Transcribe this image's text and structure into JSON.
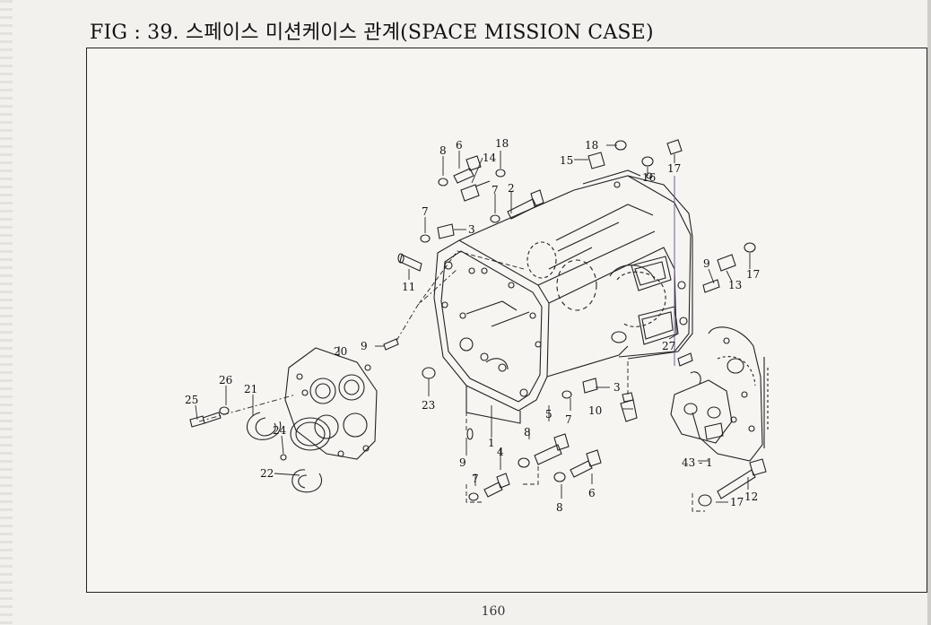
{
  "header": {
    "title": "FIG : 39. 스페이스 미션케이스 관계(SPACE MISSION CASE)"
  },
  "footer": {
    "page_number": "160"
  },
  "parts": [
    {
      "id": "p8a",
      "label": "8"
    },
    {
      "id": "p6a",
      "label": "6"
    },
    {
      "id": "p18a",
      "label": "18"
    },
    {
      "id": "p14",
      "label": "14"
    },
    {
      "id": "p7a",
      "label": "7"
    },
    {
      "id": "p2",
      "label": "2"
    },
    {
      "id": "p7b",
      "label": "7"
    },
    {
      "id": "p3a",
      "label": "3"
    },
    {
      "id": "p18b",
      "label": "18"
    },
    {
      "id": "p15",
      "label": "15"
    },
    {
      "id": "p16",
      "label": "16"
    },
    {
      "id": "p17a",
      "label": "17"
    },
    {
      "id": "p11",
      "label": "11"
    },
    {
      "id": "p9a",
      "label": "9"
    },
    {
      "id": "p13",
      "label": "13"
    },
    {
      "id": "p17b",
      "label": "17"
    },
    {
      "id": "p9b",
      "label": "9"
    },
    {
      "id": "p20",
      "label": "20"
    },
    {
      "id": "p27",
      "label": "27"
    },
    {
      "id": "p26",
      "label": "26"
    },
    {
      "id": "p21",
      "label": "21"
    },
    {
      "id": "p25",
      "label": "25"
    },
    {
      "id": "p23",
      "label": "23"
    },
    {
      "id": "p3b",
      "label": "3"
    },
    {
      "id": "p5",
      "label": "5"
    },
    {
      "id": "p7c",
      "label": "7"
    },
    {
      "id": "p10",
      "label": "10"
    },
    {
      "id": "p24",
      "label": "24"
    },
    {
      "id": "p1",
      "label": "1"
    },
    {
      "id": "p8b",
      "label": "8"
    },
    {
      "id": "p4",
      "label": "4"
    },
    {
      "id": "p9c",
      "label": "9"
    },
    {
      "id": "p43",
      "label": "43 - 1"
    },
    {
      "id": "p22",
      "label": "22"
    },
    {
      "id": "p7d",
      "label": "7"
    },
    {
      "id": "p6b",
      "label": "6"
    },
    {
      "id": "p8c",
      "label": "8"
    },
    {
      "id": "p17c",
      "label": "17"
    },
    {
      "id": "p12",
      "label": "12"
    }
  ]
}
